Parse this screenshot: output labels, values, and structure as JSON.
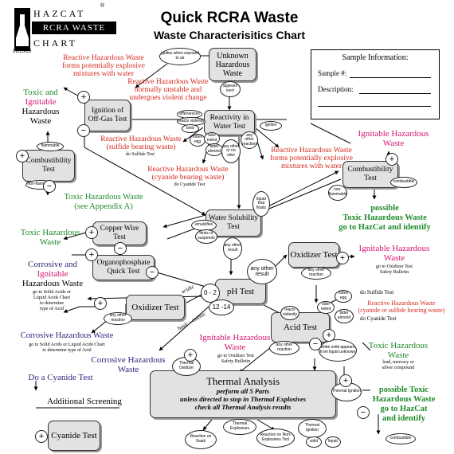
{
  "logo": {
    "line1": "HAZCAT",
    "line2": "RCRA WASTE",
    "line3": "CHART",
    "reg_mark": "®",
    "date": "02/25/20"
  },
  "title": {
    "main": "Quick RCRA Waste",
    "sub": "Waste Characterisitics Chart"
  },
  "sample": {
    "heading": "Sample Information:",
    "sample_no_label": "Sample #:",
    "description_label": "Description:"
  },
  "boxes": {
    "unknown": "Unknown Hazardous Waste",
    "ignition": "Ignition of Off-Gas Test",
    "reactivity": "Reactivity in Water Test",
    "combustibility_left": "Combustibility Test",
    "combustibility_right": "Combustibility Test",
    "copper": "Copper Wire Test",
    "water_sol": "Water Solubility Test",
    "organophosphate": "Organophosphate Quick Test",
    "oxidizer_left": "Oxidizer Test",
    "oxidizer_right": "Oxidizer Test",
    "ph": "pH Test",
    "acid": "Acid Test",
    "thermal_title": "Thermal Analysis",
    "thermal_line1": "perform all 5 Parts",
    "thermal_line2": "unless directed to stop in Thermal Explosives",
    "thermal_line3": "check all Thermal Analysis results",
    "cyanide": "Cyanide Test"
  },
  "ovals": {
    "ignites_exposed": "ignites when exposed to air",
    "appears_inert": "appears inert",
    "effervesces": "effervesces",
    "reacts_violently": "reacts violently",
    "boils": "boils",
    "rotten_egg": "rotten egg",
    "odor_noted": "odor noted",
    "bitter_almond": "bitter almond",
    "any_other_odor": "any other or no odor",
    "any_other_reaction_top": "any other reaction",
    "ignites_top": "ignites",
    "flammable_left": "flammable",
    "non_flammable_left": "non-flammable",
    "liquid_floats": "liquid that floats",
    "non_flammable_right": "non-flammable",
    "combustible_right": "combustible",
    "emulsifies": "emulsifies",
    "sinks_suspends": "sinks or suspends",
    "any_other_result_mid": "any other result",
    "any_other_result_big": "any other result",
    "any_other_reaction_oxid_r": "any other reaction",
    "any_other_reaction_oxid_l": "any other reaction",
    "ph_low": "0 - 2",
    "ph_high": "12 -14",
    "acidic": "acidic",
    "basic_caustic": "basic - caustic",
    "reacts_violently_acid": "reacts violently",
    "any_other_reaction_acid": "any other reaction",
    "white_solid": "white solid appears from liquid unknown",
    "rotten_egg_r": "rotten egg",
    "odor_noted_r": "odor noted",
    "bitter_almond_r": "bitter almond",
    "thermal_explosives": "Thermal Explosives",
    "reaction_swab": "Reaction on Swab",
    "reaction_non_expl": "Reaction on Non-Explosives Tool",
    "thermal_ignition_bottom": "Thermal Ignition",
    "solid": "solid",
    "liquid": "liquid",
    "combustible_bottom": "combustible",
    "thermal_oxidizer": "Thermal Oxidizer",
    "thermal_ignition_right": "Thermal Ignition"
  },
  "results": {
    "rhw_top1": [
      "Reactive Hazardous Waste",
      "forms potentially explosive",
      "mixtures with water"
    ],
    "rhw_top2": [
      "Reactive Hazardous Waste",
      "normally unstable and",
      "undergoes violent change"
    ],
    "toxic_ignitable": [
      "Toxic and",
      "Ignitable",
      "Hazardous",
      "Waste"
    ],
    "rhw_sulfide": [
      "Reactive Hazardous Waste",
      "(sulfide bearing waste)"
    ],
    "do_sulfide_left": "do Sulfide Test",
    "rhw_cyanide": [
      "Reactive Hazardous Waste",
      "(cyanide bearing waste)"
    ],
    "do_cyanide_left": "do Cyanide Test",
    "rhw_mid": [
      "Reactive Hazardous Waste",
      "forms potentially explosive",
      "mixtures with water"
    ],
    "ignitable_right": [
      "Ignitable Hazardous",
      "Waste"
    ],
    "toxic_appendix": [
      "Toxic Hazardous Waste",
      "(see Appendix A)"
    ],
    "possible_toxic_right": [
      "possible",
      "Toxic Hazardous Waste",
      "go to HazCat and identify"
    ],
    "toxic_left": [
      "Toxic Hazardous",
      "Waste"
    ],
    "corrosive_ignitable": [
      "Corrosive and",
      "Ignitable",
      "Hazardous Waste"
    ],
    "corrosive_ignitable_note": [
      "go to Solid Acids or",
      "Liquid Acids Chart",
      "to determine",
      "type of Acid"
    ],
    "ignitable_oxid_right": [
      "Ignitable Hazardous",
      "Waste"
    ],
    "ignitable_oxid_right_note": [
      "go to Oxidizer Test",
      "Safety Bulletin"
    ],
    "do_sulfide_right": "do Sulfide Test",
    "rhw_cyanide_right": [
      "Reactive Hazardous Waste",
      "(cyanide or sulfide bearing waste)"
    ],
    "do_cyanide_right": "do Cyanide Test",
    "corrosive_left": "Corrosive Hazardous Waste",
    "corrosive_left_note": [
      "go to Solid Acids or Liquid Acids Chart",
      "to determine type of Acid"
    ],
    "corrosive_mid": [
      "Corrosive Hazardous",
      "Waste"
    ],
    "ignitable_thermal": [
      "Ignitable Hazardous",
      "Waste"
    ],
    "ignitable_thermal_note": [
      "go to Oxidizer Test",
      "Safety Bulletin"
    ],
    "toxic_acid_right": [
      "Toxic Hazardous",
      "Waste"
    ],
    "toxic_acid_note": [
      "lead, mercury or",
      "silver compound"
    ],
    "do_cyanide_test": "Do a Cyanide Test",
    "additional_screening": "Additional Screening",
    "possible_toxic_bottom": [
      "possible Toxic",
      "Hazardous Waste",
      "go to HazCat",
      "and identify"
    ]
  }
}
